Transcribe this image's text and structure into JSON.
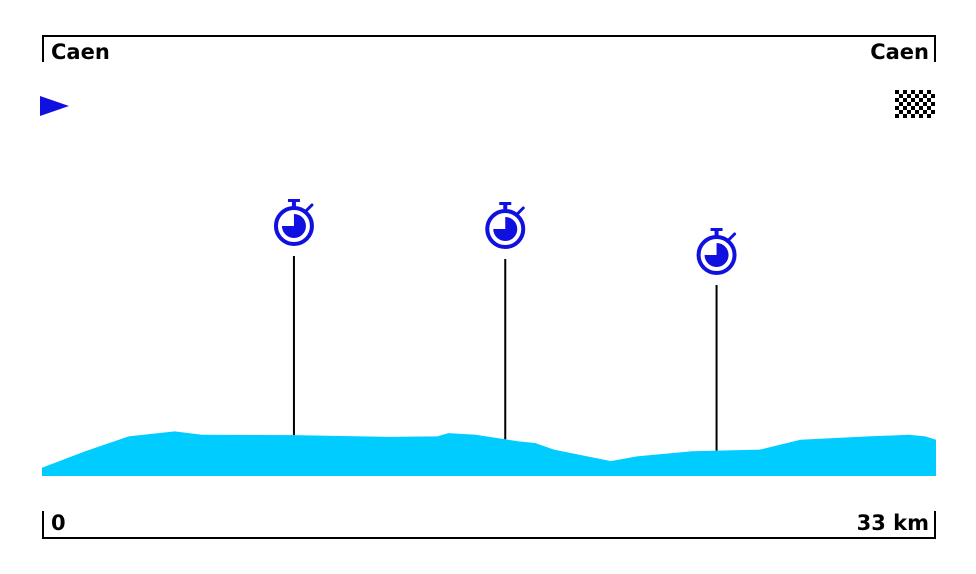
{
  "route": {
    "start_place": "Caen",
    "finish_place": "Caen",
    "start_distance_label": "0",
    "end_distance_label": "33 km"
  },
  "markers": {
    "start_icon": "start-flag-triangle",
    "finish_icon": "checkered-flag",
    "checkpoint_icon": "stopwatch-icon"
  },
  "colors": {
    "profile_fill": "#00ccff",
    "icon_blue": "#1010e0",
    "frame": "#000000"
  },
  "chart_data": {
    "type": "area",
    "x_unit": "km",
    "xlim": [
      0,
      33
    ],
    "elevation_profile": [
      {
        "x": 0.0,
        "y": 5
      },
      {
        "x": 1.6,
        "y": 15
      },
      {
        "x": 3.2,
        "y": 24
      },
      {
        "x": 4.9,
        "y": 27
      },
      {
        "x": 5.9,
        "y": 25
      },
      {
        "x": 9.3,
        "y": 24.8
      },
      {
        "x": 12.8,
        "y": 23.7
      },
      {
        "x": 14.6,
        "y": 24
      },
      {
        "x": 15.0,
        "y": 26
      },
      {
        "x": 16.0,
        "y": 25
      },
      {
        "x": 17.6,
        "y": 21
      },
      {
        "x": 18.2,
        "y": 20
      },
      {
        "x": 18.9,
        "y": 16
      },
      {
        "x": 21.0,
        "y": 9
      },
      {
        "x": 22.0,
        "y": 12
      },
      {
        "x": 24.0,
        "y": 15
      },
      {
        "x": 26.5,
        "y": 16
      },
      {
        "x": 28.0,
        "y": 22
      },
      {
        "x": 30.5,
        "y": 24
      },
      {
        "x": 32.0,
        "y": 25
      },
      {
        "x": 32.6,
        "y": 24
      },
      {
        "x": 33.0,
        "y": 22
      }
    ],
    "checkpoints": [
      {
        "name": "time check 1",
        "x": 9.3
      },
      {
        "name": "time check 2",
        "x": 17.1
      },
      {
        "name": "time check 3",
        "x": 24.9
      }
    ]
  }
}
